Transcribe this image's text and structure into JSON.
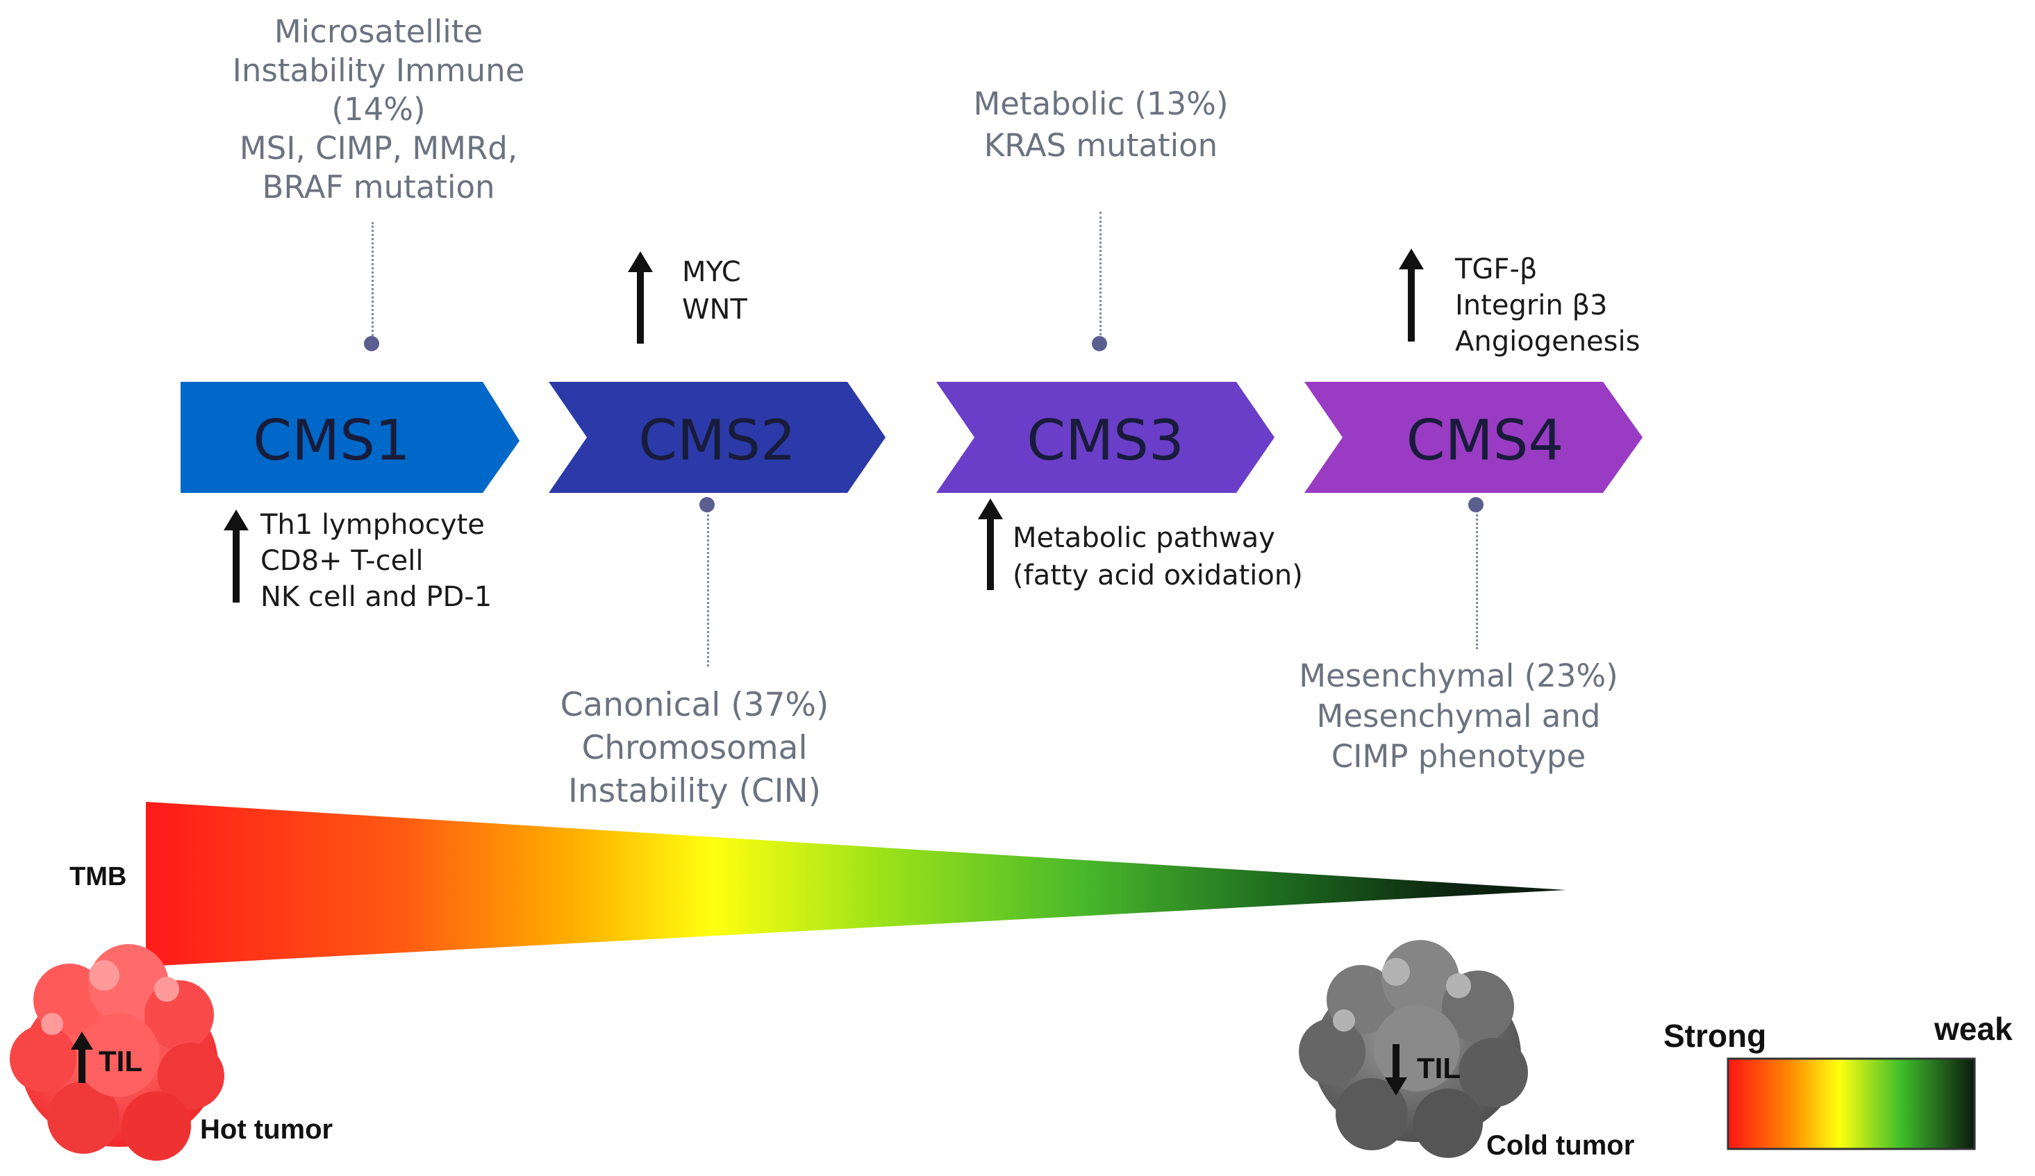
{
  "cms": [
    {
      "label": "CMS1",
      "color": "#0068c9"
    },
    {
      "label": "CMS2",
      "color": "#2b3aa8"
    },
    {
      "label": "CMS3",
      "color": "#6a3ec8"
    },
    {
      "label": "CMS4",
      "color": "#9a3bc4"
    }
  ],
  "cms1_top": [
    "Microsatellite",
    "Instability Immune",
    "(14%)",
    "MSI, CIMP, MMRd,",
    "BRAF mutation"
  ],
  "cms1_bottom": [
    "Th1 lymphocyte",
    "CD8+ T-cell",
    "NK cell and PD-1"
  ],
  "cms2_top": [
    "MYC",
    "WNT"
  ],
  "cms2_bottom": [
    "Canonical (37%)",
    "Chromosomal",
    "Instability (CIN)"
  ],
  "cms3_top": [
    "Metabolic (13%)",
    "KRAS mutation"
  ],
  "cms3_bottom": [
    "Metabolic pathway",
    "(fatty acid oxidation)"
  ],
  "cms4_top": [
    "TGF-β",
    "Integrin β3",
    "Angiogenesis"
  ],
  "cms4_bottom": [
    "Mesenchymal (23%)",
    "Mesenchymal and",
    "CIMP phenotype"
  ],
  "tmb_label": "TMB",
  "hot_tumor": {
    "til": "TIL",
    "label": "Hot tumor",
    "color": "#f53b3b"
  },
  "cold_tumor": {
    "til": "TIL",
    "label": "Cold tumor",
    "color": "#6b6b6b"
  },
  "legend": {
    "strong": "Strong",
    "weak": "weak"
  }
}
